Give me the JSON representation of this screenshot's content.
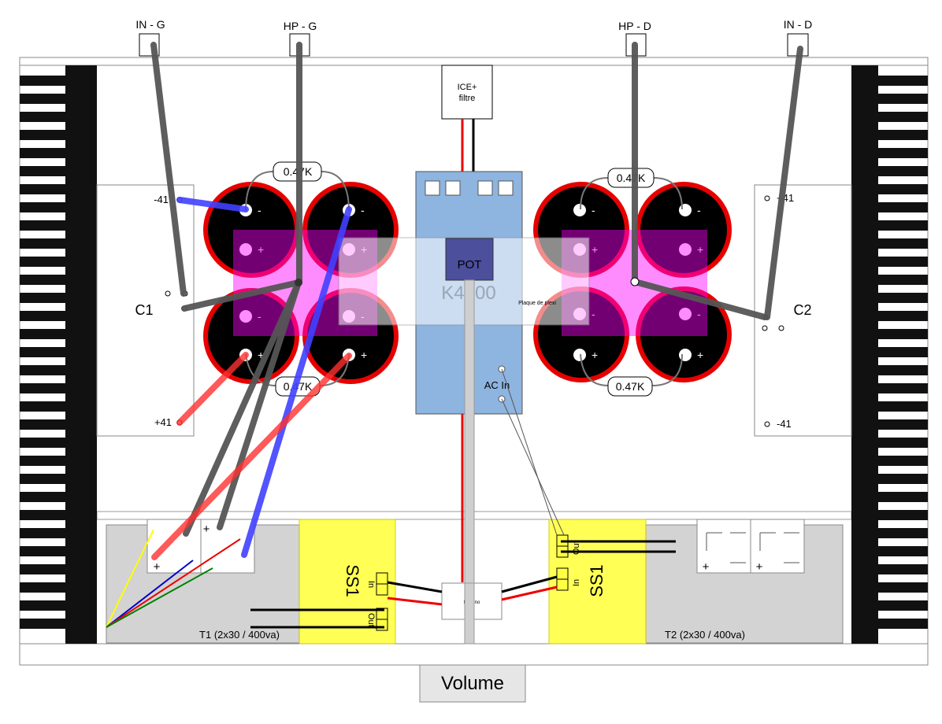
{
  "labels": {
    "in_g": "IN - G",
    "hp_g": "HP - G",
    "hp_d": "HP - D",
    "in_d": "IN - D",
    "ice_line1": "ICE+",
    "ice_line2": "filtre",
    "pot": "POT",
    "k4700": "K4700",
    "plexi": "Plaque de plexi",
    "ac_in": "AC In",
    "c1": "C1",
    "c2": "C2",
    "minus41_left": "-41",
    "plus41_left": "+41",
    "plus41_right": "+41",
    "minus41_right": "-41",
    "res_left_top": "0.47K",
    "res_left_bottom": "0.47K",
    "res_right_top": "0.47K",
    "res_right_bottom": "0.47K",
    "ss1_left": "SS1",
    "ss1_right": "SS1",
    "in_left": "In",
    "out_left": "Out",
    "in_right": "In",
    "out_right": "Out",
    "domino": "Domino",
    "t1": "T1 (2x30 / 400va)",
    "t2": "T2 (2x30 / 400va)",
    "volume": "Volume",
    "plus": "+",
    "minus": "-"
  },
  "colors": {
    "wire_black": "#555555",
    "wire_blue": "#4040ff",
    "wire_red": "#ff3030",
    "cap_outer": "#e60000",
    "cap_body": "#000000",
    "magenta": "#ff00ff",
    "amp_board": "#8eb4e0",
    "ss1": "#ffff44",
    "transformer": "#d3d3d3",
    "heatsink": "#111111"
  }
}
